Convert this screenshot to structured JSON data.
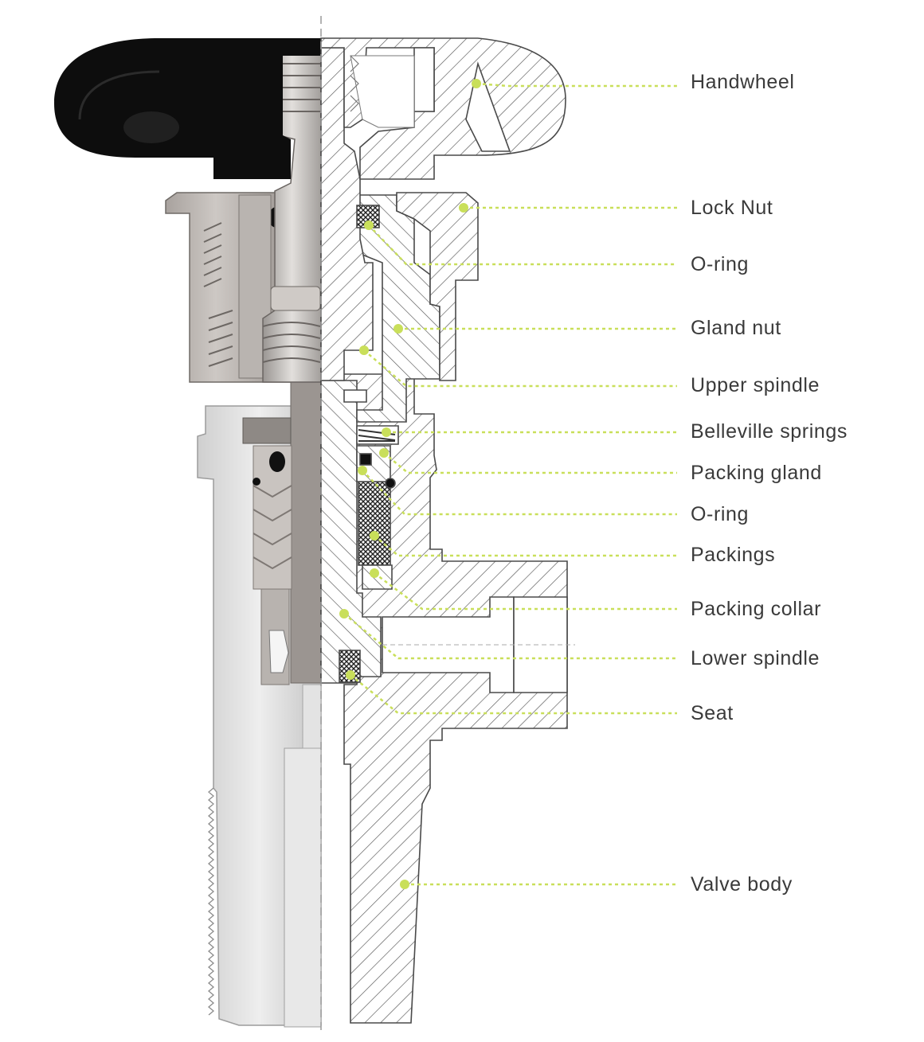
{
  "colors": {
    "accent": "#c9df5a",
    "label_text": "#3a3a3a",
    "line_art": "#4a4a4a",
    "handwheel": "#0d0d0d",
    "metal_light": "#d9d9d9",
    "metal_mid": "#b4b0ac",
    "metal_dark": "#8f8a86"
  },
  "callouts": [
    {
      "id": "handwheel",
      "label": "Handwheel"
    },
    {
      "id": "lock-nut",
      "label": "Lock Nut"
    },
    {
      "id": "o-ring-upper",
      "label": "O-ring"
    },
    {
      "id": "gland-nut",
      "label": "Gland nut"
    },
    {
      "id": "upper-spindle",
      "label": "Upper spindle"
    },
    {
      "id": "belleville-springs",
      "label": "Belleville springs"
    },
    {
      "id": "packing-gland",
      "label": "Packing gland"
    },
    {
      "id": "o-ring-lower",
      "label": "O-ring"
    },
    {
      "id": "packings",
      "label": "Packings"
    },
    {
      "id": "packing-collar",
      "label": "Packing collar"
    },
    {
      "id": "lower-spindle",
      "label": "Lower spindle"
    },
    {
      "id": "seat",
      "label": "Seat"
    },
    {
      "id": "valve-body",
      "label": "Valve body"
    }
  ]
}
